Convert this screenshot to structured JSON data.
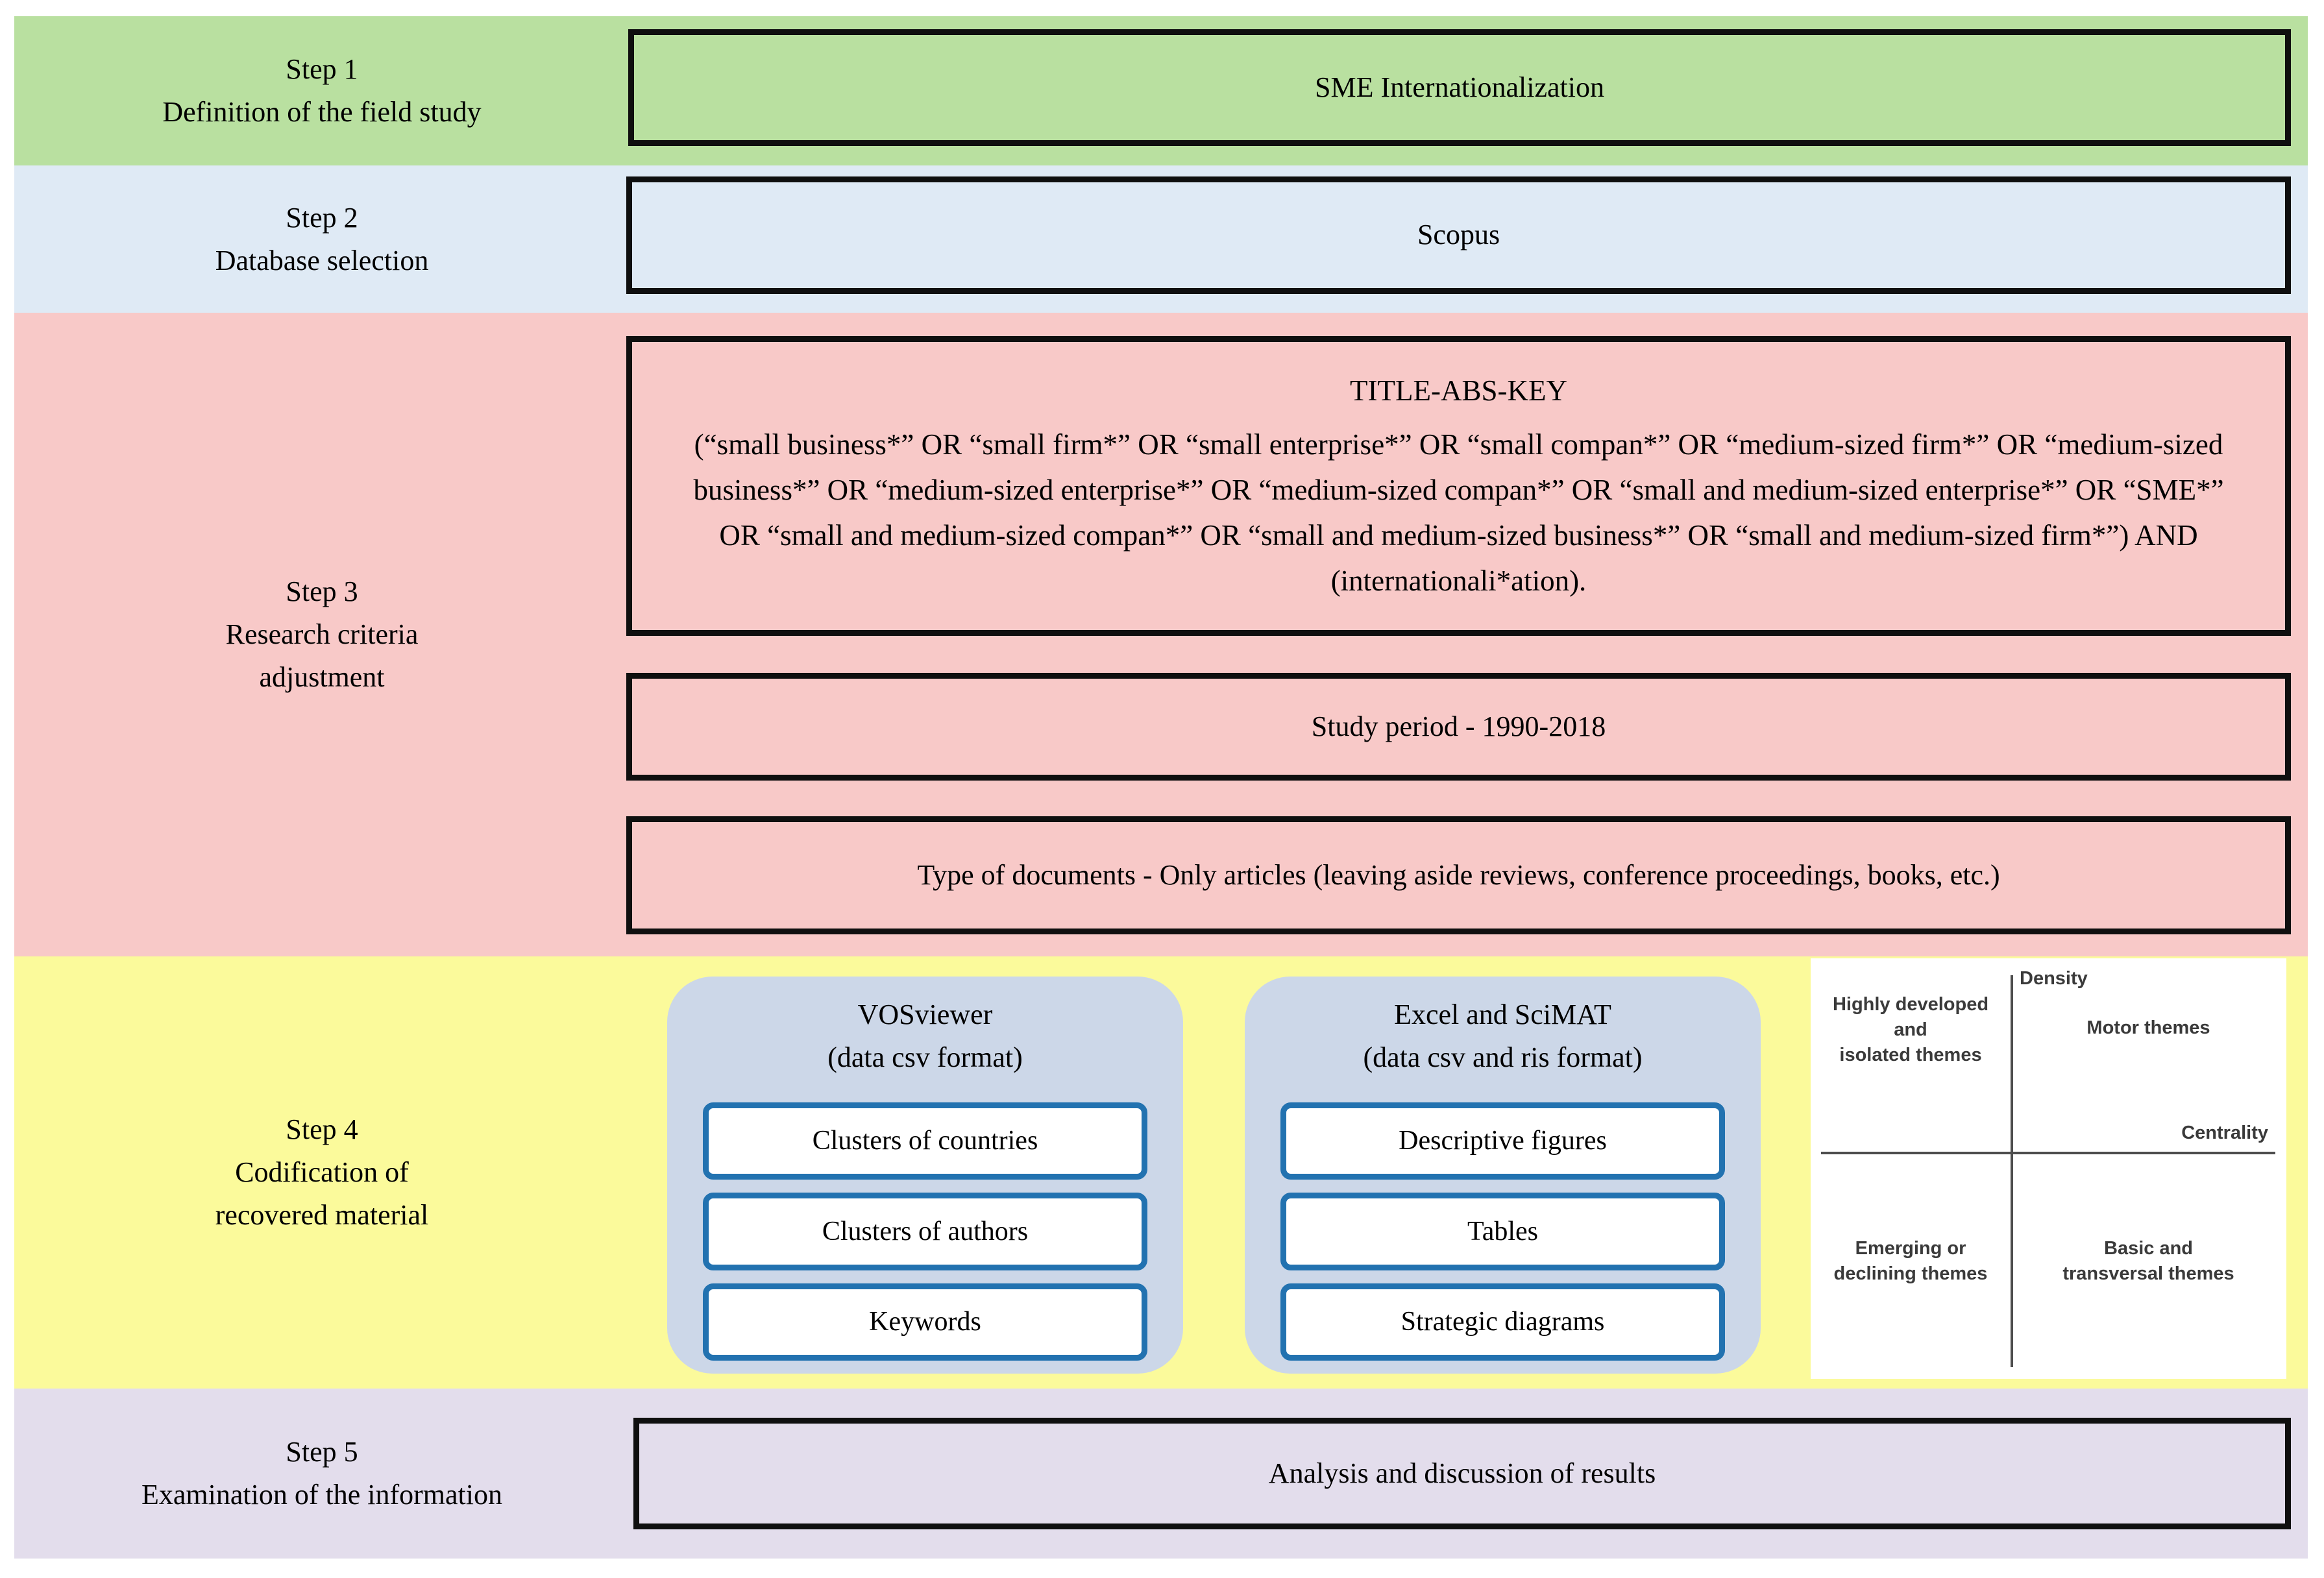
{
  "palette": {
    "step1_green": "#b9e0a0",
    "step2_blue": "#dfeaf5",
    "step3_pink": "#f8c9c8",
    "step4_yellow": "#fbfa9b",
    "step5_lavender": "#e3ddec",
    "panel_blue_gray": "#ccd7e8",
    "panel_item_border_blue": "#2272b0",
    "box_border_black": "#0f0f0f",
    "quadrant_text_gray": "#3a3a3a"
  },
  "step1": {
    "label_title": "Step 1",
    "label_subtitle": "Definition of the field study",
    "box": "SME Internationalization"
  },
  "step2": {
    "label_title": "Step 2",
    "label_subtitle": "Database selection",
    "box": "Scopus"
  },
  "step3": {
    "label_title": "Step 3",
    "label_subtitle": "Research criteria\nadjustment",
    "query_box": {
      "title": "TITLE-ABS-KEY",
      "body": "(“small business*” OR “small firm*” OR “small enterprise*” OR “small compan*” OR “medium-sized firm*” OR “medium-sized business*” OR “medium-sized enterprise*” OR “medium-sized compan*” OR “small and medium-sized enterprise*” OR “SME*” OR “small and medium-sized compan*” OR “small and medium-sized business*” OR “small and medium-sized firm*”) AND (internationali*ation)."
    },
    "period_box": "Study period - 1990-2018",
    "documents_box": "Type of documents - Only articles (leaving aside reviews, conference proceedings, books, etc.)"
  },
  "step4": {
    "label_title": "Step 4",
    "label_subtitle": "Codification of\nrecovered material",
    "vosviewer_panel": {
      "title": "VOSviewer",
      "subtitle": "(data csv format)",
      "items": [
        "Clusters of countries",
        "Clusters of authors",
        "Keywords"
      ]
    },
    "scimat_panel": {
      "title": "Excel and SciMAT",
      "subtitle": "(data csv and ris format)",
      "items": [
        "Descriptive figures",
        "Tables",
        "Strategic diagrams"
      ]
    },
    "strategic_diagram": {
      "y_axis_label": "Density",
      "x_axis_label": "Centrality",
      "quadrant_top_left": "Highly developed\nand\nisolated themes",
      "quadrant_top_right": "Motor themes",
      "quadrant_bottom_left": "Emerging or\ndeclining themes",
      "quadrant_bottom_right": "Basic and\ntransversal themes"
    }
  },
  "step5": {
    "label_title": "Step 5",
    "label_subtitle": "Examination of the information",
    "box": "Analysis and discussion of results"
  }
}
